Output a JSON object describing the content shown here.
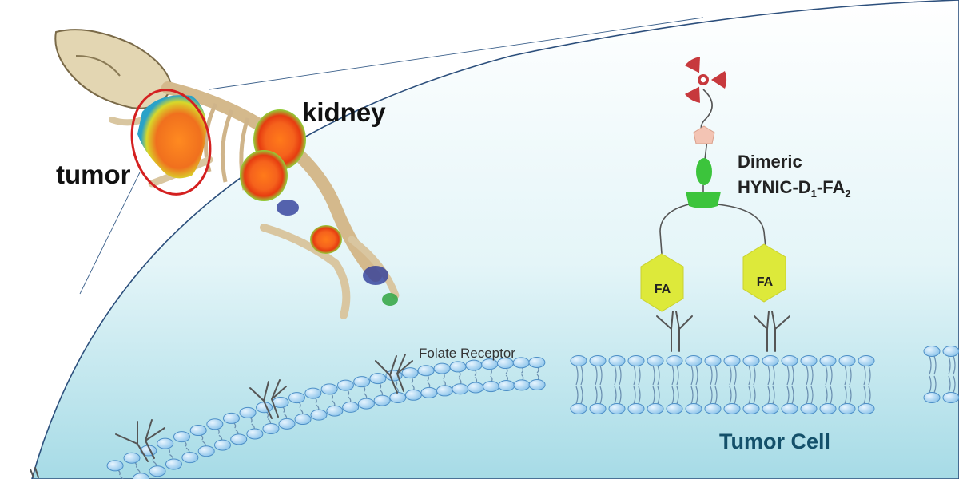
{
  "labels": {
    "tumor": "tumor",
    "kidney": "kidney",
    "folate_receptor": "Folate Receptor",
    "dimeric": "Dimeric",
    "compound_prefix": "HYNIC-D",
    "compound_sub1": "1",
    "compound_mid": "-FA",
    "compound_sub2": "2",
    "fa_left": "FA",
    "fa_right": "FA",
    "tumor_cell": "Tumor Cell"
  },
  "colors": {
    "cell_top": "#ffffff",
    "cell_mid": "#d7f0f5",
    "cell_bottom": "#9fd8e4",
    "cell_outline": "#2c4f7c",
    "lipid_head": "#a9d6f2",
    "lipid_head_stroke": "#4d8fc7",
    "lipid_tail": "#6b8fb0",
    "receptor": "#555555",
    "fa_fill": "#dde93a",
    "linker_green": "#3cc43c",
    "pentagon": "#f3c4b4",
    "radiation": "#c7393d",
    "tumor_circle": "#d42020"
  },
  "icons": [
    "radiation-icon",
    "folate-receptor-icon",
    "mouse-scan-image"
  ]
}
